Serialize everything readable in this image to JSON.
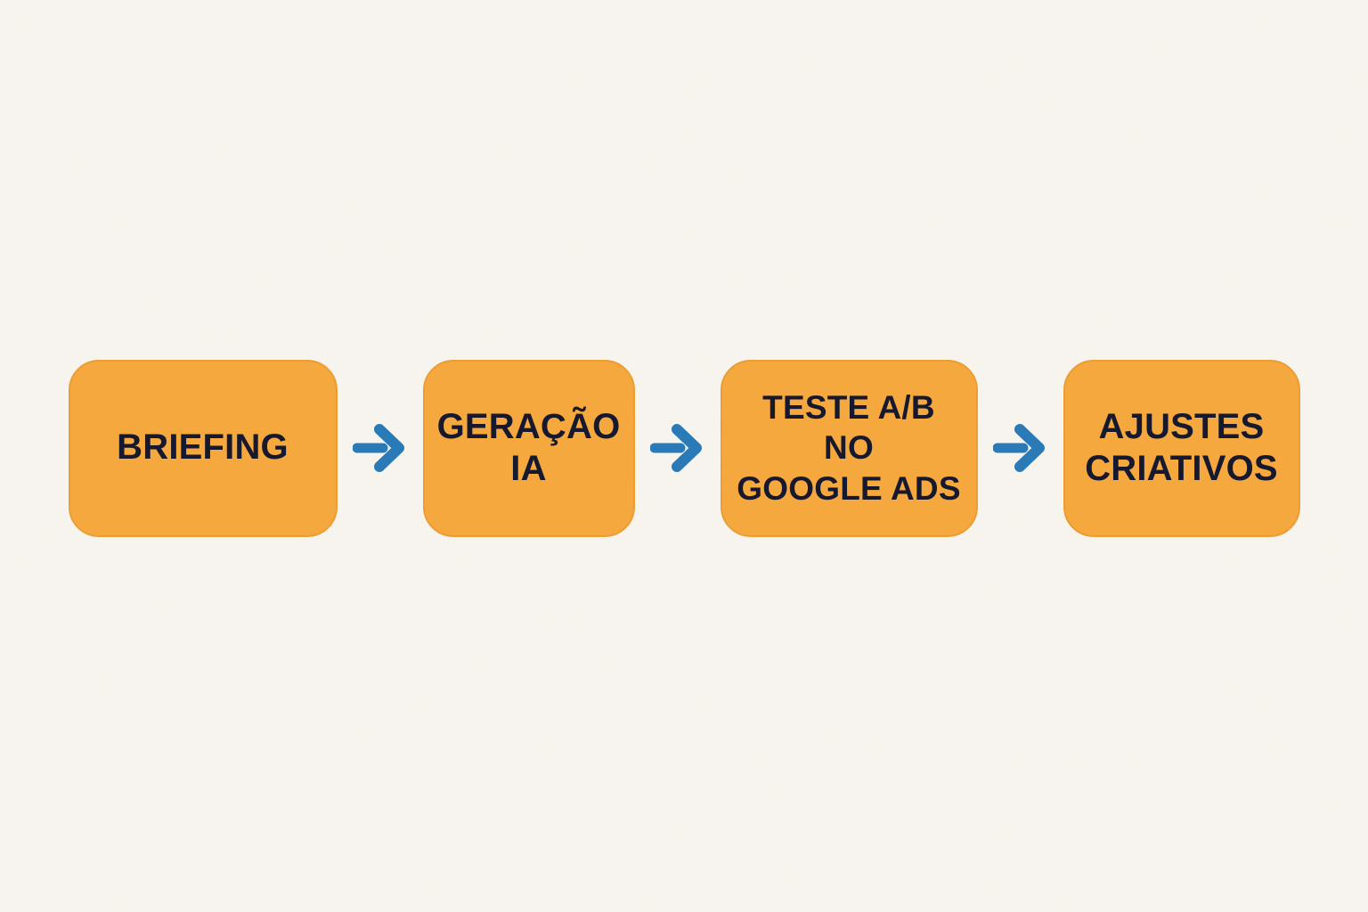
{
  "flow": {
    "steps": [
      {
        "label": "BRIEFING"
      },
      {
        "label": "GERAÇÃO\nIA"
      },
      {
        "label": "TESTE A/B\nNO\nGOOGLE ADS"
      },
      {
        "label": "AJUSTES\nCRIATIVOS"
      }
    ],
    "arrow_icon": "right-arrow-icon",
    "arrow_count": 3
  },
  "colors": {
    "background": "#F8F5EF",
    "box-fill": "#F6A83C",
    "box-border": "#EC9D31",
    "text": "#14162C",
    "arrow": "#2879B8"
  }
}
